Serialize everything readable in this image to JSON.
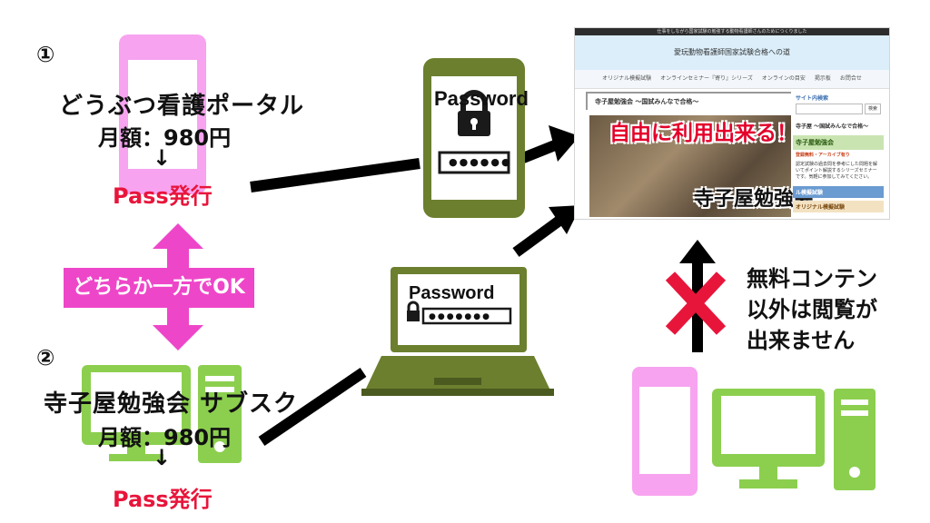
{
  "option1": {
    "number": "①",
    "service": "どうぶつ看護ポータル",
    "price": "月額：980円",
    "arrow": "↓",
    "issue": "Pass発行"
  },
  "option2": {
    "number": "②",
    "service": "寺子屋勉強会 サブスク",
    "price": "月額：980円",
    "arrow": "↓",
    "issue": "Pass発行"
  },
  "either": "どちらか一方でOK",
  "phone_password": {
    "label": "Password",
    "dots": "●●●●●●"
  },
  "laptop_password": {
    "label": "Password",
    "dots": "●●●●●●●"
  },
  "website": {
    "topbar": "仕事をしながら国家試験の勉強する動物看護師さんのためにつくりました",
    "header": "愛玩動物看護師国家試験合格への道",
    "nav": [
      "オリジナル模擬試験",
      "オンラインセミナー『寄り』シリーズ",
      "オンラインの目安",
      "掲示板",
      "お問合せ"
    ],
    "box_title": "寺子屋勉強会 〜国試みんなで合格〜",
    "hero_red": "自由に利用出来る！",
    "hero_black": "寺子屋勉強会",
    "side_search": "サイト内検索",
    "side_search_btn": "検索",
    "side_link": "寺子屋 〜国試みんなで合格〜",
    "side_green": "寺子屋勉強会",
    "side_tag": "登録無料・アーカイブ有り",
    "side_text": "認定試験の過去問を参考にした問題を解いてポイント解説するシリーズセミナーです。気軽に参加してみてください。",
    "side_mock": "ル模擬試験",
    "side_orig": "オリジナル模擬試験"
  },
  "no_access": [
    "無料コンテン",
    "以外は閲覧が",
    "出来ません"
  ],
  "colors": {
    "pink": "#f7a3f0",
    "green": "#8ccf4f",
    "olive": "#6b7f2e",
    "magenta": "#ee46c9",
    "red": "#e8153b"
  }
}
